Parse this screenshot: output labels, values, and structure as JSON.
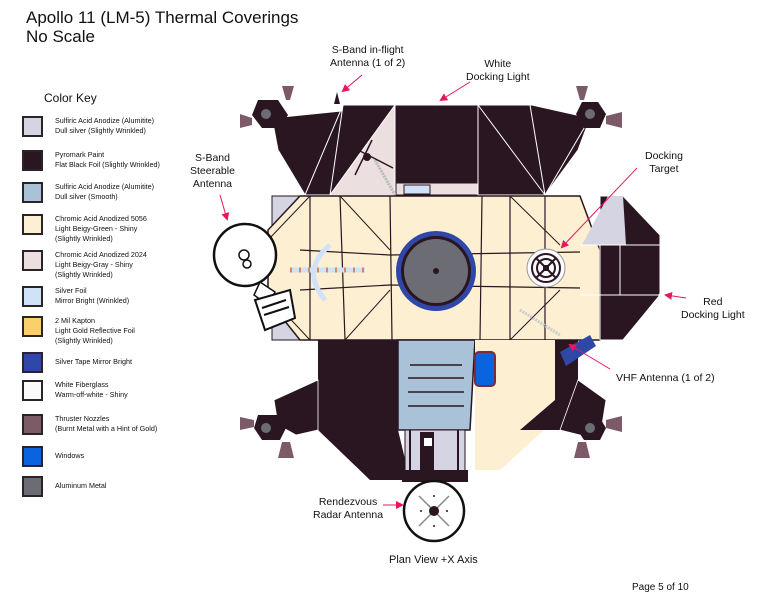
{
  "title": {
    "line1": "Apollo 11 (LM-5) Thermal Coverings",
    "line2": "No Scale"
  },
  "color_key": {
    "heading": "Color Key",
    "items": [
      {
        "line1": "Sulfiric Acid Anodize (Alumitite)",
        "line2": "Dull silver (Slightly Wrinkled)",
        "line3": "",
        "color": "#d4d4e2"
      },
      {
        "line1": "Pyromark Paint",
        "line2": "Flat Black Foil (Slightly Wrinkled)",
        "line3": "",
        "color": "#2a1620"
      },
      {
        "line1": "Sulfiric Acid Anodize (Alumitite)",
        "line2": "Dull silver  (Smooth)",
        "line3": "",
        "color": "#a9c2d8"
      },
      {
        "line1": "Chromic Acid Anodized 5056",
        "line2": "Light Beigy-Green - Shiny",
        "line3": "(Slightly Wrinkled)",
        "color": "#fcefd2"
      },
      {
        "line1": "Chromic Acid Anodized 2024",
        "line2": "Light Beigy-Gray - Shiny",
        "line3": "(Slightly Wrinkled)",
        "color": "#ecdfe0"
      },
      {
        "line1": "Silver Foil",
        "line2": "Mirror Bright (Wrinkled)",
        "line3": "",
        "color": "#cfe2f8"
      },
      {
        "line1": "2 Mil Kapton",
        "line2": "Light Gold Reflective Foil",
        "line3": "(Slightly Wrinkled)",
        "color": "#fbcf6a"
      },
      {
        "line1": "Silver Tape  Mirror Bright",
        "line2": "",
        "line3": "",
        "color": "#2f48a8"
      },
      {
        "line1": "White Fiberglass",
        "line2": "Warm-off-white - Shiny",
        "line3": "",
        "color": "#fbfbfd"
      },
      {
        "line1": "Thruster Nozzles",
        "line2": "(Burnt Metal with a Hint of Gold)",
        "line3": "",
        "color": "#7d5a68"
      },
      {
        "line1": "Windows",
        "line2": "",
        "line3": "",
        "color": "#0a64e0"
      },
      {
        "line1": "Aluminum Metal",
        "line2": "",
        "line3": "",
        "color": "#6c6c74"
      }
    ]
  },
  "callouts": {
    "s_band_inflight": {
      "line1": "S-Band in-flight",
      "line2": "Antenna (1 of 2)"
    },
    "white_docking_light": {
      "line1": "White",
      "line2": "Docking Light"
    },
    "s_band_steerable": {
      "line1": "S-Band",
      "line2": "Steerable",
      "line3": "Antenna"
    },
    "docking_target": {
      "line1": "Docking",
      "line2": "Target"
    },
    "red_docking_light": {
      "line1": "Red",
      "line2": "Docking Light"
    },
    "vhf_antenna": {
      "line1": "VHF Antenna (1 of 2)"
    },
    "rendezvous_radar": {
      "line1": "Rendezvous",
      "line2": "Radar Antenna"
    }
  },
  "view_label": "Plan View  +X Axis",
  "page_label": "Page 5 of 10",
  "colors": {
    "black_foil": "#2a1620",
    "beige": "#fcefd2",
    "beige_gray": "#ecdfe0",
    "dull_silver": "#d4d4e2",
    "smooth_silver": "#a9c2d8",
    "silver_tape": "#2f48a8",
    "window": "#0a64e0",
    "nozzle": "#7d5a68",
    "aluminum": "#6c6c74",
    "arrow": "#e8175d"
  }
}
